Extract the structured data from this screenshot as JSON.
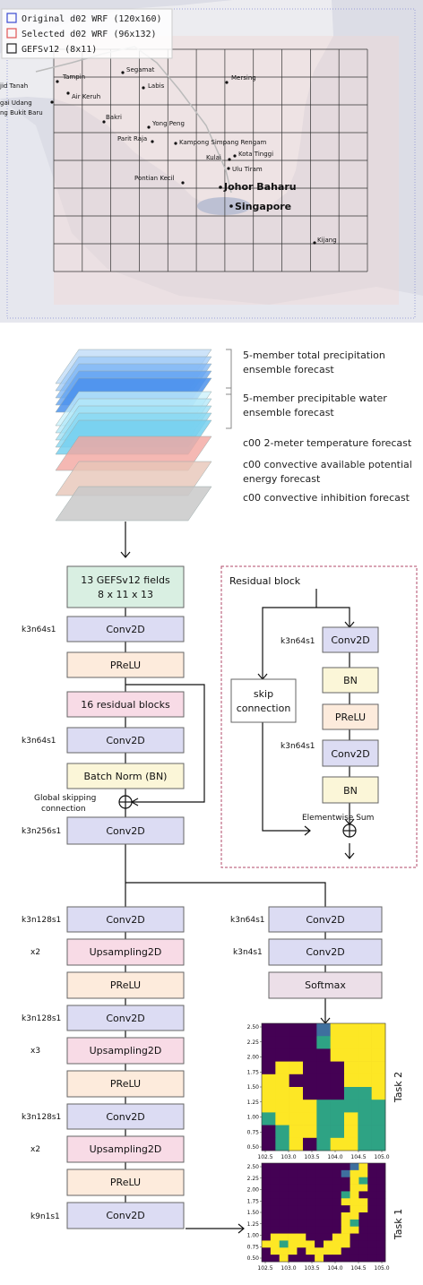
{
  "map": {
    "legend": [
      {
        "label": "Original d02 WRF (120x160)",
        "color": "#3b4bd1"
      },
      {
        "label": "Selected d02 WRF (96x132)",
        "color": "#e05555"
      },
      {
        "label": "GEFSv12 (8x11)",
        "color": "#222222"
      }
    ],
    "towns": [
      "Tampin",
      "Segamat",
      "Labis",
      "Mersing",
      "jid Tanah",
      "Air Keruh",
      "gai Udang",
      "ng Bukit Baru",
      "Bakri",
      "Yong Peng",
      "Parit Raja",
      "Kampong Simpang Rengam",
      "Kulai",
      "Kota Tinggi",
      "Ulu Tiram",
      "Pontian Kecil",
      "Johor Baharu",
      "Singapore",
      "Kijang"
    ]
  },
  "stack": {
    "labels": [
      "5-member total precipitation",
      "ensemble forecast",
      "5-member precipitable water",
      "ensemble forecast",
      "c00 2-meter temperature forecast",
      "c00 convective available potential",
      "energy forecast",
      "c00 convective inhibition forecast"
    ]
  },
  "network": {
    "input_line1": "13 GEFSv12 fields",
    "input_line2": "8 x 11 x 13",
    "conv": "Conv2D",
    "prelu": "PReLU",
    "res_blocks": "16 residual blocks",
    "bn_full": "Batch Norm (BN)",
    "bn": "BN",
    "upsampling": "Upsampling2D",
    "softmax": "Softmax",
    "global_skip_1": "Global skipping",
    "global_skip_2": "connection",
    "side": {
      "k3n64s1": "k3n64s1",
      "k3n256s1": "k3n256s1",
      "k3n128s1": "k3n128s1",
      "k3n4s1": "k3n4s1",
      "k9n1s1": "k9n1s1",
      "x2": "x2",
      "x3": "x3"
    }
  },
  "residual_block": {
    "title": "Residual block",
    "skip1": "skip",
    "skip2": "connection",
    "sum": "Elementwise Sum"
  },
  "tasks": {
    "task2": "Task 2",
    "task1": "Task 1",
    "x_ticks": [
      "102.5",
      "103.0",
      "103.5",
      "104.0",
      "104.5",
      "105.0"
    ],
    "y_ticks": [
      "2.50",
      "2.25",
      "2.00",
      "1.75",
      "1.50",
      "1.25",
      "1.00",
      "0.75",
      "0.50"
    ]
  },
  "colors": {
    "input_box": "#d9efe2",
    "conv_box": "#dcdcf3",
    "prelu_box": "#fdebdc",
    "res_box": "#f8dbe6",
    "bn_box": "#fbf6d8",
    "softmax_box": "#ecdfe8",
    "heat_dark": "#440154",
    "heat_mid": "#2ea384",
    "heat_yellow": "#fde725",
    "heat_blue": "#3e6f9e"
  }
}
